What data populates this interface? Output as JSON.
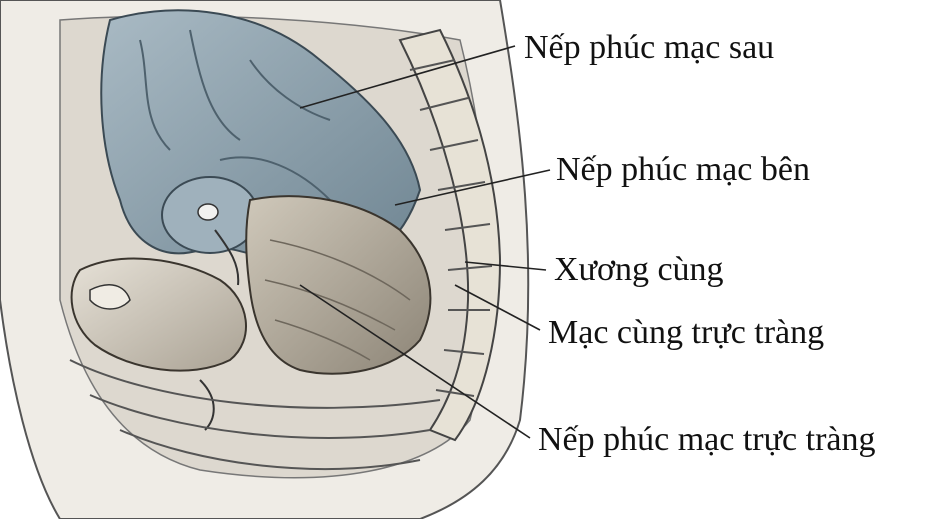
{
  "labels": {
    "posterior_fold": "Nếp phúc mạc sau",
    "lateral_fold": "Nếp phúc mạc bên",
    "sacrum": "Xương cùng",
    "rectosacral_fascia": "Mạc cùng trực tràng",
    "rectal_fold": "Nếp phúc mạc trực tràng"
  },
  "colors": {
    "peritoneum": "#8fa3b0",
    "peritoneum_dark": "#5f7482",
    "tissue": "#d8d2c6",
    "tissue_dark": "#9f978a",
    "line": "#333333",
    "leader": "#222222"
  }
}
